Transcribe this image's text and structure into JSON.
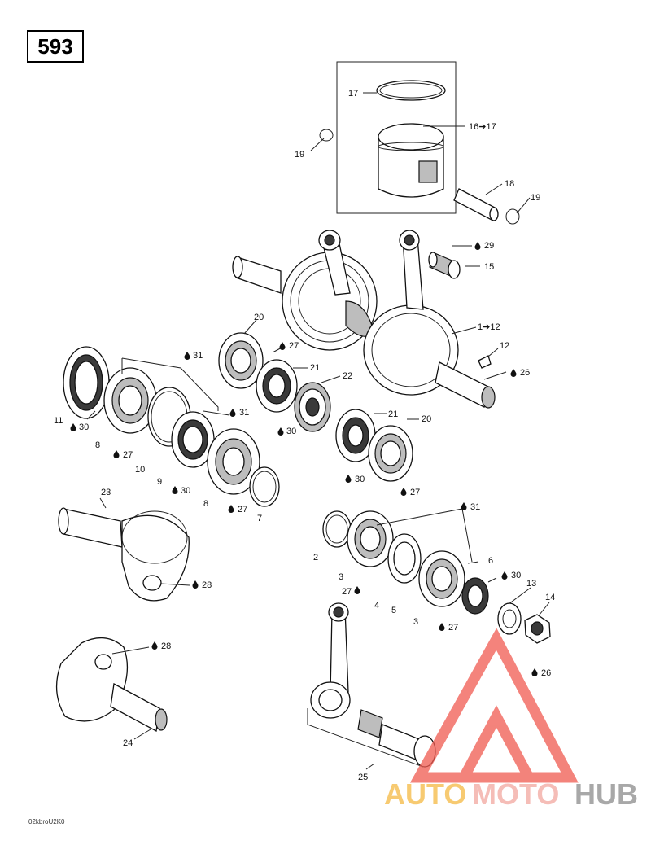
{
  "page_number": "593",
  "drawing_code": "02kbroU2K0",
  "brand": {
    "part1": "AUTO",
    "part2": "MOTO",
    "part3": "HUB",
    "color1": "#f5b942",
    "color2": "#f2a7a0",
    "color3": "#8c8c8c",
    "logo_color": "#f05a50"
  },
  "callouts": {
    "c17": "17",
    "c16_17": "16➔17",
    "c19a": "19",
    "c18": "18",
    "c19b": "19",
    "c29": "29",
    "c15": "15",
    "c1_12": "1➔12",
    "c12": "12",
    "c26a": "26",
    "c20a": "20",
    "c27a": "27",
    "c21a": "21",
    "c22": "22",
    "c30a": "30",
    "c31a": "31",
    "c11": "11",
    "c30b": "30",
    "c8a": "8",
    "c27b": "27",
    "c10": "10",
    "c31b": "31",
    "c9": "9",
    "c30c": "30",
    "c8b": "8",
    "c27c": "27",
    "c7": "7",
    "c21b": "21",
    "c20b": "20",
    "c30d": "30",
    "c27d": "27",
    "c23": "23",
    "c28a": "28",
    "c31c": "31",
    "c2": "2",
    "c3a": "3",
    "c27e": "27",
    "c4": "4",
    "c5": "5",
    "c3b": "3",
    "c27f": "27",
    "c6": "6",
    "c30e": "30",
    "c13": "13",
    "c14": "14",
    "c26b": "26",
    "c28b": "28",
    "c24": "24",
    "c25": "25"
  }
}
